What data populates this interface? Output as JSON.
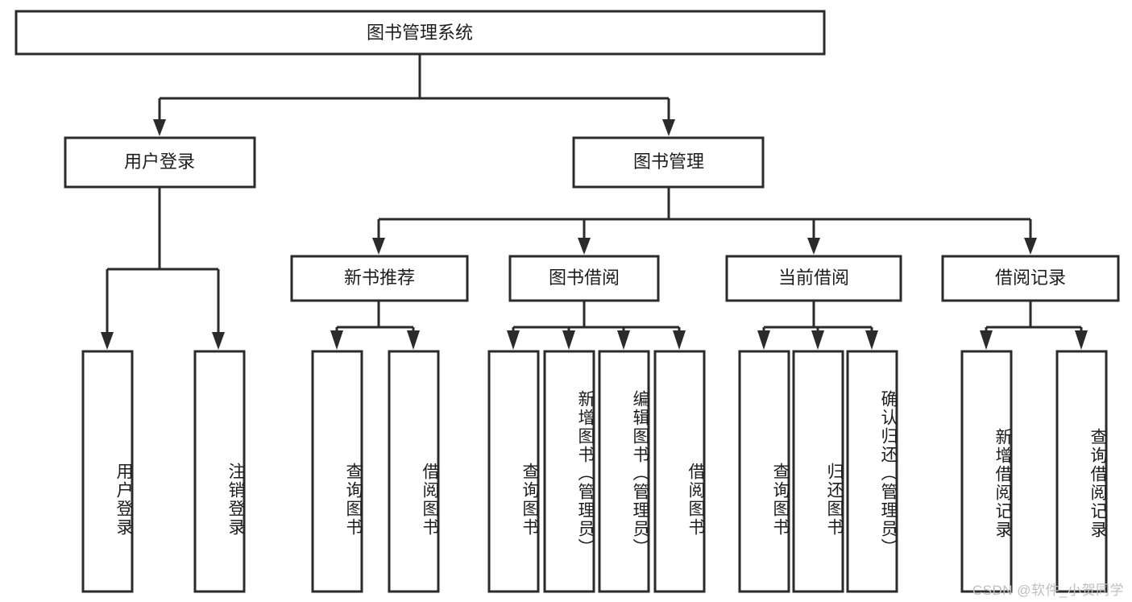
{
  "diagram": {
    "type": "tree-hierarchy",
    "title_box": {
      "label": "图书管理系统"
    },
    "level2": [
      {
        "id": "user-login",
        "label": "用户登录"
      },
      {
        "id": "book-management",
        "label": "图书管理"
      }
    ],
    "level3": [
      {
        "id": "new-book-recommend",
        "label": "新书推荐",
        "parent": "book-management"
      },
      {
        "id": "book-borrow",
        "label": "图书借阅",
        "parent": "book-management"
      },
      {
        "id": "current-borrow",
        "label": "当前借阅",
        "parent": "book-management"
      },
      {
        "id": "borrow-record",
        "label": "借阅记录",
        "parent": "book-management"
      }
    ],
    "leaves": [
      {
        "id": "leaf-user-login",
        "label": "用户登录",
        "parent": "user-login"
      },
      {
        "id": "leaf-logout-login",
        "label": "注销登录",
        "parent": "user-login"
      },
      {
        "id": "leaf-query-book-1",
        "label": "查询图书",
        "parent": "new-book-recommend"
      },
      {
        "id": "leaf-borrow-book-1",
        "label": "借阅图书",
        "parent": "new-book-recommend"
      },
      {
        "id": "leaf-query-book-2",
        "label": "查询图书",
        "parent": "book-borrow"
      },
      {
        "id": "leaf-add-book",
        "label": "新增图书（管理员）",
        "parent": "book-borrow"
      },
      {
        "id": "leaf-edit-book",
        "label": "编辑图书（管理员）",
        "parent": "book-borrow"
      },
      {
        "id": "leaf-borrow-book-2",
        "label": "借阅图书",
        "parent": "book-borrow"
      },
      {
        "id": "leaf-query-book-3",
        "label": "查询图书",
        "parent": "current-borrow"
      },
      {
        "id": "leaf-return-book",
        "label": "归还图书",
        "parent": "current-borrow"
      },
      {
        "id": "leaf-confirm-return",
        "label": "确认归还（管理员）",
        "parent": "current-borrow"
      },
      {
        "id": "leaf-add-record",
        "label": "新增借阅记录",
        "parent": "borrow-record"
      },
      {
        "id": "leaf-query-record",
        "label": "查询借阅记录",
        "parent": "borrow-record"
      }
    ],
    "colors": {
      "background": "#ffffff",
      "box_fill": "#ffffff",
      "box_stroke": "#2b2b2b",
      "text": "#1d1d1d",
      "watermark": "#bfbfbf"
    }
  },
  "watermark": {
    "text": "CSDN @软件_小贺同学"
  }
}
